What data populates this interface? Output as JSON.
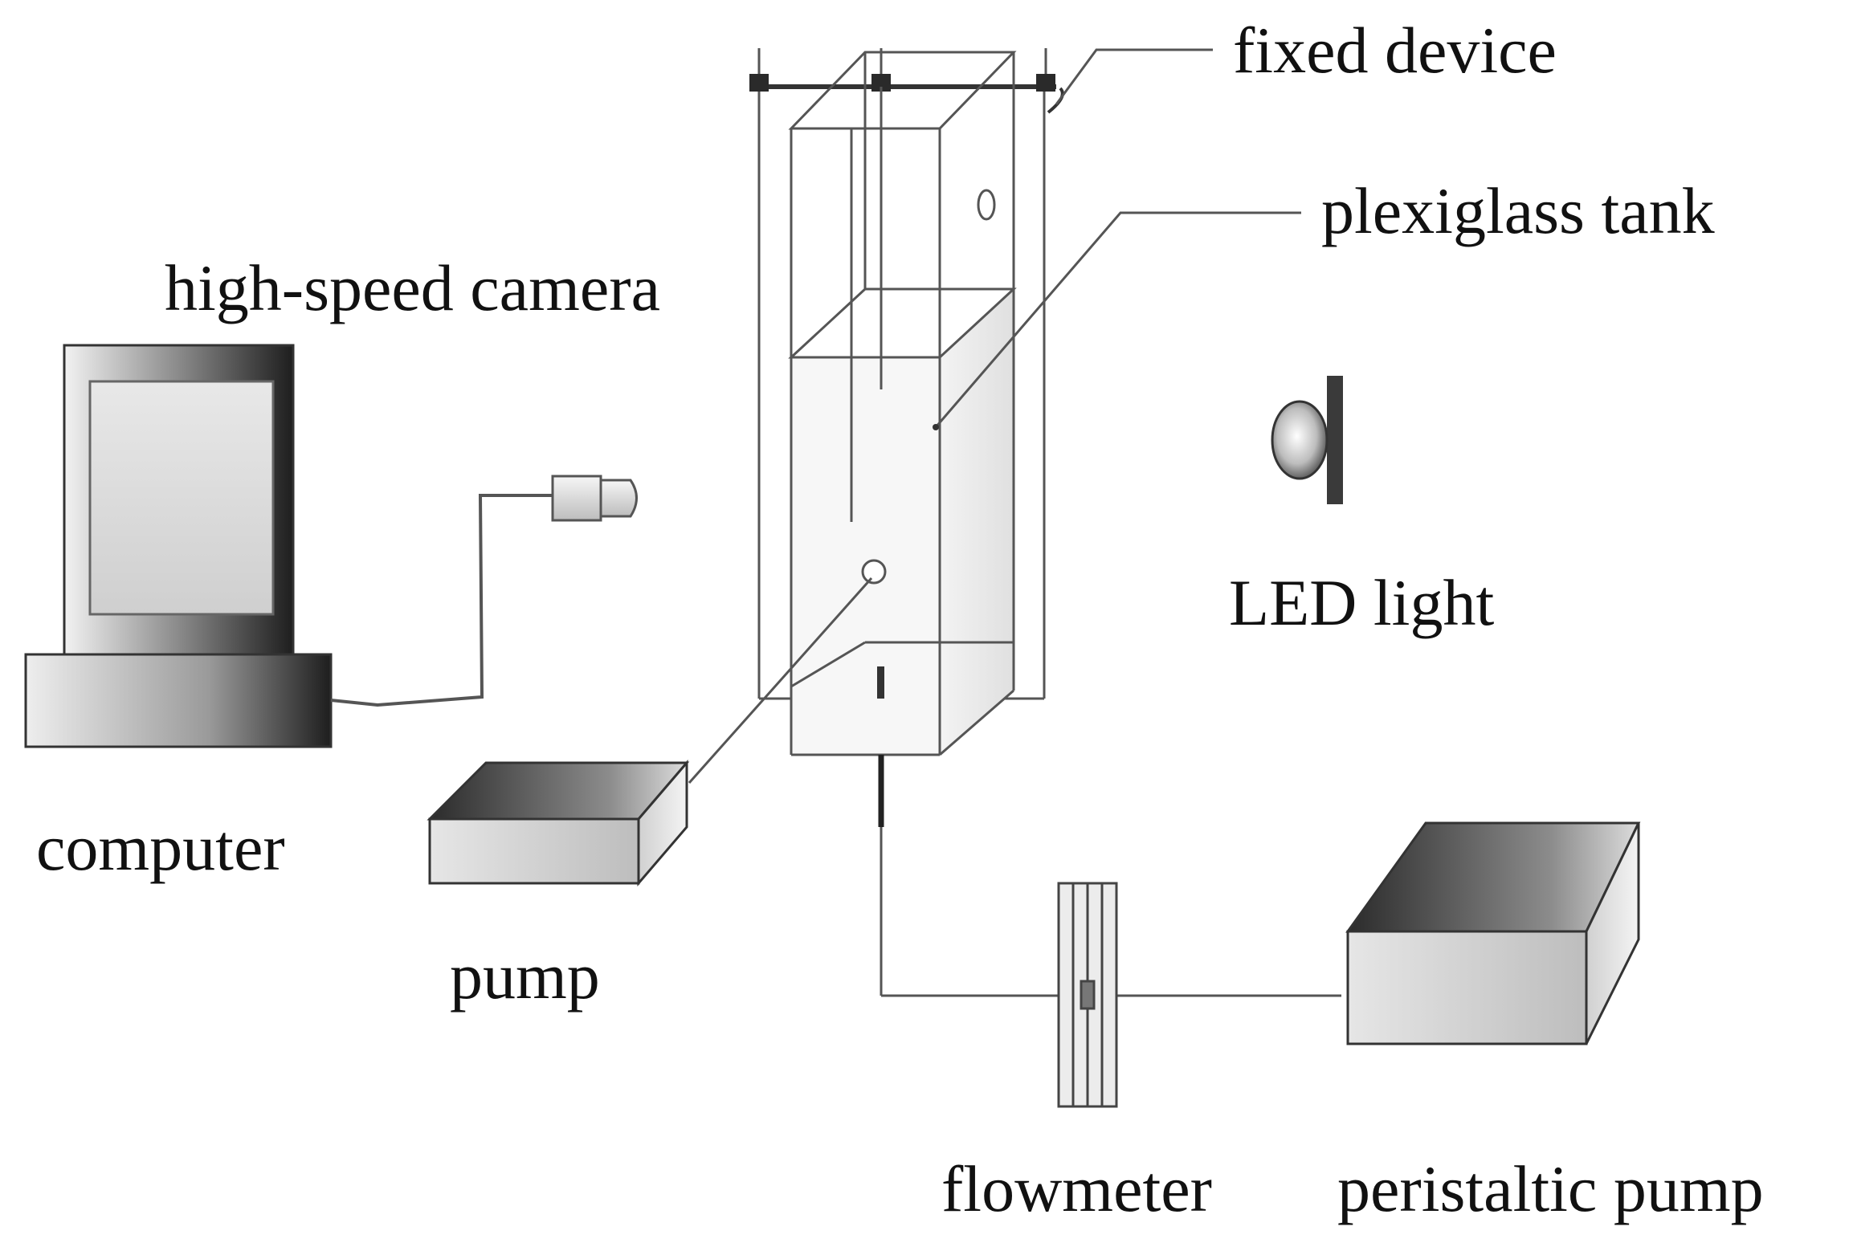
{
  "labels": {
    "fixed_device": "fixed device",
    "plexiglass_tank": "plexiglass tank",
    "high_speed_camera": "high-speed camera",
    "led_light": "LED light",
    "computer": "computer",
    "pump": "pump",
    "flowmeter": "flowmeter",
    "peristaltic_pump": "peristaltic pump"
  },
  "colors": {
    "line": "#555555",
    "dark": "#2e2e2e",
    "text": "#111111"
  }
}
